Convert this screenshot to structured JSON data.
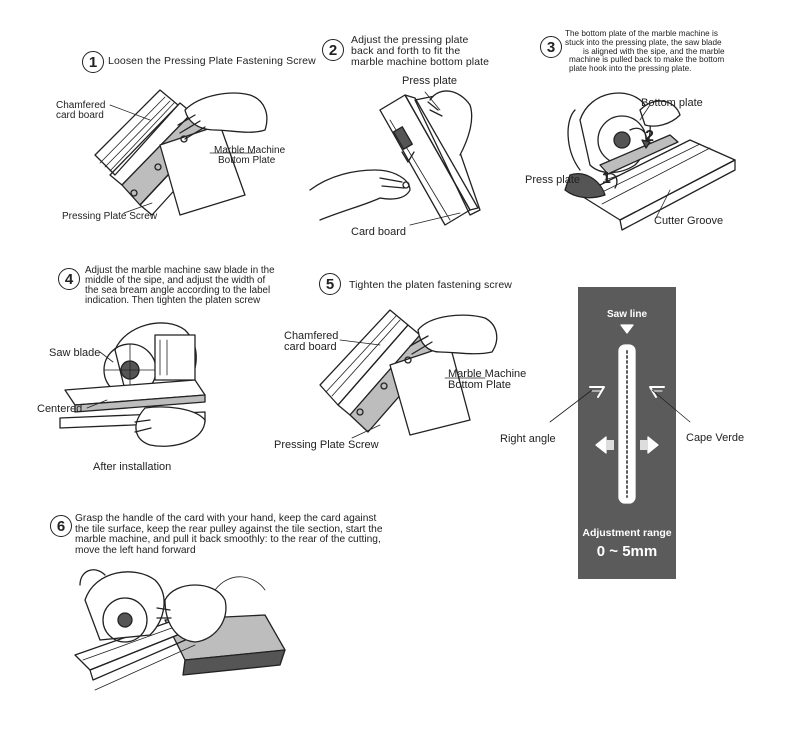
{
  "steps": [
    {
      "num": "1",
      "title": "Loosen the Pressing Plate Fastening Screw"
    },
    {
      "num": "2",
      "title": "Adjust the pressing plate back and forth to fit the marble machine bottom plate",
      "title_lines": [
        "Adjust the pressing plate",
        "back and forth to fit the",
        "marble machine bottom plate"
      ]
    },
    {
      "num": "3",
      "title_lines": [
        "The bottom plate of the marble machine is",
        "stuck into the pressing plate, the saw blade",
        "is aligned with the sipe, and the marble",
        "machine is pulled back to make the bottom",
        "plate hook into the pressing plate."
      ]
    },
    {
      "num": "4",
      "title_lines": [
        "Adjust the marble machine saw blade in the",
        "middle of the sipe, and adjust the width of",
        "the sea bream angle according to the label",
        "indication. Then tighten the platen screw"
      ]
    },
    {
      "num": "5",
      "title": "Tighten the platen fastening screw"
    },
    {
      "num": "6",
      "title_lines": [
        "Grasp the handle of the card with your hand, keep the card against",
        "the tile surface, keep the rear pulley against the tile section, start the",
        "marble machine, and pull it back smoothly: to the rear of the cutting,",
        "move the left hand forward"
      ]
    }
  ],
  "labels": {
    "s1_chamfered": [
      "Chamfered",
      "card board"
    ],
    "s1_marble": [
      "Marble Machine",
      "Bottom Plate"
    ],
    "s1_screw": "Pressing Plate Screw",
    "s2_press_plate": "Press plate",
    "s2_card_board": "Card board",
    "s3_bottom_plate": "Bottom plate",
    "s3_press_plate": "Press plate",
    "s3_cutter_groove": "Cutter Groove",
    "s3_mark1": "1",
    "s3_mark2": "2",
    "s4_saw_blade": "Saw blade",
    "s4_centered": "Centered",
    "s4_after": "After installation",
    "s5_chamfered": [
      "Chamfered",
      "card board"
    ],
    "s5_marble": [
      "Marble Machine",
      "Bottom Plate"
    ],
    "s5_screw": "Pressing Plate Screw"
  },
  "gauge": {
    "saw_line": "Saw line",
    "adjustment_range": "Adjustment range",
    "range_value": "0 ~ 5mm",
    "right_angle": "Right angle",
    "cape_verde": "Cape Verde",
    "panel_color": "#5b5b5b"
  }
}
